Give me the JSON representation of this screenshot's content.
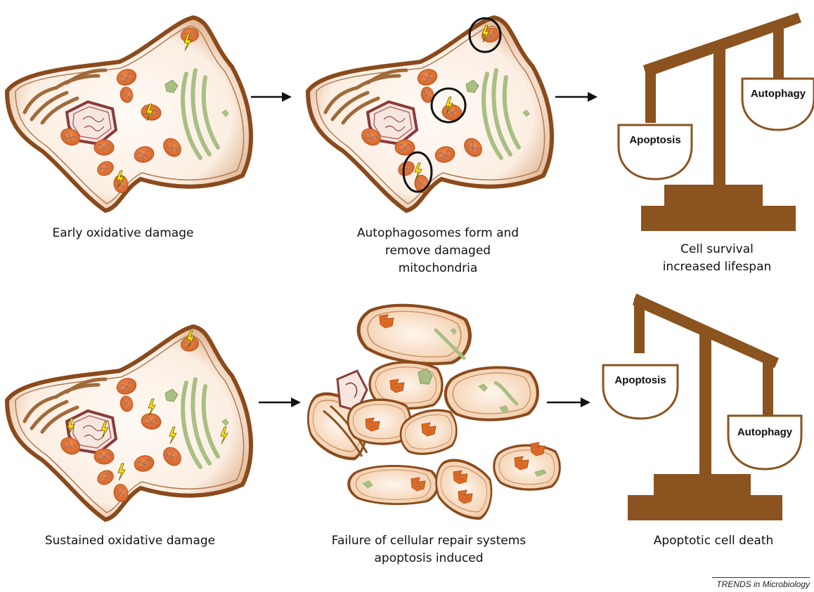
{
  "captions": {
    "early": "Early oxidative damage",
    "autophagosomes": [
      "Autophagosomes form and",
      "remove damaged",
      "mitochondria"
    ],
    "survival": [
      "Cell survival",
      "increased lifespan"
    ],
    "sustained": "Sustained oxidative damage",
    "failure": [
      "Failure of cellular repair systems",
      "apoptosis induced"
    ],
    "death": "Apoptotic cell death"
  },
  "scales": {
    "top": {
      "left_label": "Apoptosis",
      "right_label": "Autophagy"
    },
    "bottom": {
      "left_label": "Apoptosis",
      "right_label": "Autophagy"
    }
  },
  "footer": "TRENDS in Microbiology",
  "colors": {
    "cell_membrane": "#8a4a1c",
    "cytoplasm": "#fdf5ee",
    "mitochondrion": "#e07b39",
    "nucleus": "#8a3a3a",
    "golgi": "#a8bf84",
    "scale": "#8a531f",
    "lightning": "#ffe400"
  }
}
